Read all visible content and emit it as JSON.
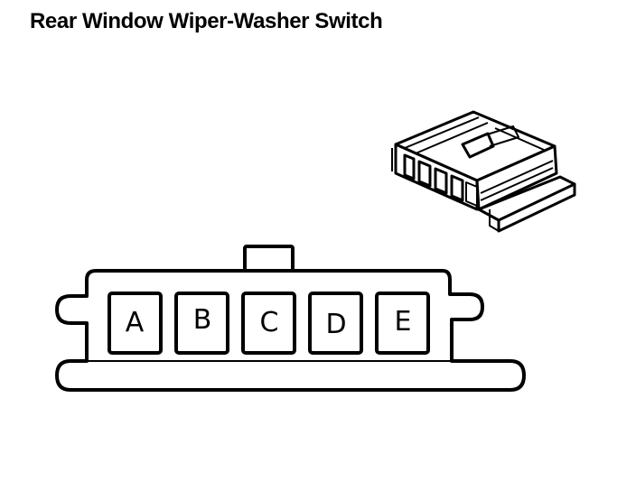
{
  "title": "Rear Window Wiper-Washer Switch",
  "connector": {
    "pins": [
      "A",
      "B",
      "C",
      "D",
      "E"
    ]
  },
  "colors": {
    "ink": "#000000",
    "paper": "#ffffff"
  }
}
